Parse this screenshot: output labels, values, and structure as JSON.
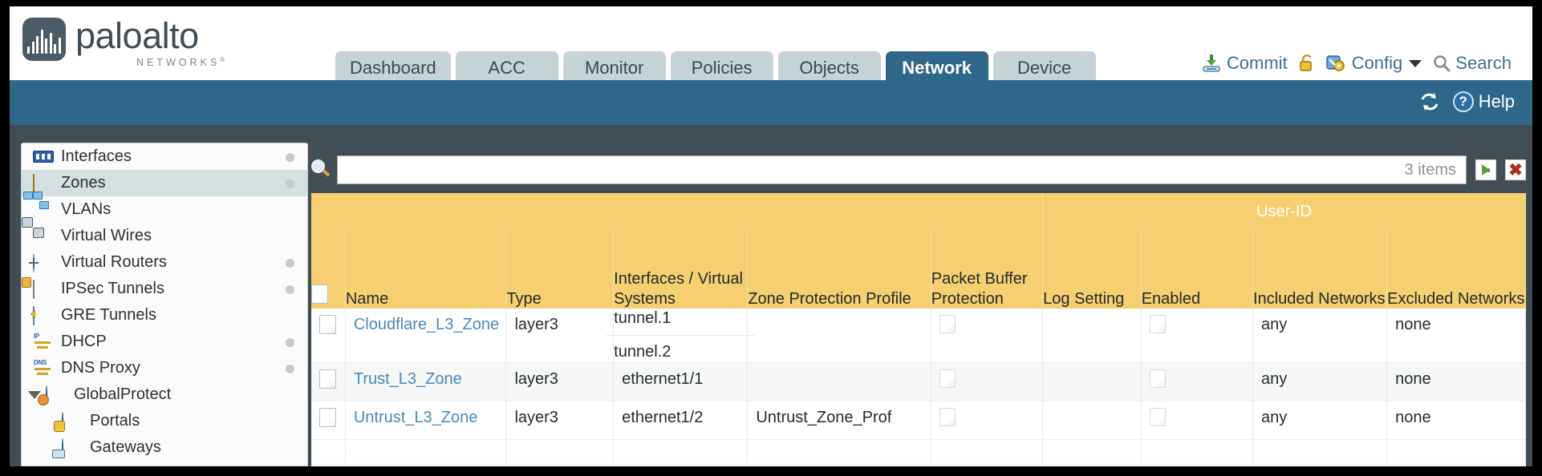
{
  "brand": {
    "name": "paloalto",
    "tagline": "NETWORKS",
    "trademark": "®",
    "logo_icon": "signal-bars-icon"
  },
  "header": {
    "tabs": [
      {
        "label": "Dashboard",
        "active": false
      },
      {
        "label": "ACC",
        "active": false
      },
      {
        "label": "Monitor",
        "active": false
      },
      {
        "label": "Policies",
        "active": false
      },
      {
        "label": "Objects",
        "active": false
      },
      {
        "label": "Network",
        "active": true
      },
      {
        "label": "Device",
        "active": false
      }
    ],
    "actions": [
      {
        "label": "Commit",
        "icon": "commit-download-icon"
      },
      {
        "label": "",
        "icon": "unlock-padlock-icon"
      },
      {
        "label": "Config",
        "icon": "config-key-wrench-icon",
        "has_caret": true
      },
      {
        "label": "Search",
        "icon": "search-magnifier-icon"
      }
    ]
  },
  "toolbar": {
    "refresh_icon": "refresh-icon",
    "help_label": "Help",
    "help_icon": "help-question-icon"
  },
  "sidebar": {
    "items": [
      {
        "label": "Interfaces",
        "icon": "interfaces-icon",
        "selected": false,
        "dot": true,
        "child": false
      },
      {
        "label": "Zones",
        "icon": "zones-icon",
        "selected": true,
        "dot": true,
        "child": false
      },
      {
        "label": "VLANs",
        "icon": "vlans-icon",
        "selected": false,
        "dot": false,
        "child": false
      },
      {
        "label": "Virtual Wires",
        "icon": "virtual-wires-icon",
        "selected": false,
        "dot": false,
        "child": false
      },
      {
        "label": "Virtual Routers",
        "icon": "virtual-routers-icon",
        "selected": false,
        "dot": true,
        "child": false
      },
      {
        "label": "IPSec Tunnels",
        "icon": "ipsec-tunnels-icon",
        "selected": false,
        "dot": true,
        "child": false
      },
      {
        "label": "GRE Tunnels",
        "icon": "gre-tunnels-icon",
        "selected": false,
        "dot": false,
        "child": false
      },
      {
        "label": "DHCP",
        "icon": "dhcp-icon",
        "selected": false,
        "dot": true,
        "child": false
      },
      {
        "label": "DNS Proxy",
        "icon": "dns-proxy-icon",
        "selected": false,
        "dot": true,
        "child": false
      },
      {
        "label": "GlobalProtect",
        "icon": "globalprotect-icon",
        "selected": false,
        "dot": false,
        "child": false,
        "expander": "expanded-triangle-icon"
      },
      {
        "label": "Portals",
        "icon": "portals-icon",
        "selected": false,
        "dot": false,
        "child": true
      },
      {
        "label": "Gateways",
        "icon": "gateways-icon",
        "selected": false,
        "dot": false,
        "child": true
      }
    ]
  },
  "filter": {
    "search_icon": "magnifier-icon",
    "value": "",
    "placeholder": "",
    "items_count": "3 items",
    "apply_icon": "green-arrow-apply-icon",
    "clear_icon": "red-x-clear-icon"
  },
  "table": {
    "group_header": "User-ID",
    "columns": [
      "Name",
      "Type",
      "Interfaces / Virtual Systems",
      "Zone Protection Profile",
      "Packet Buffer Protection",
      "Log Setting",
      "Enabled",
      "Included Networks",
      "Excluded Networks"
    ],
    "select_all_checkbox": false,
    "rows": [
      {
        "selected": false,
        "name": "Cloudflare_L3_Zone",
        "type": "layer3",
        "interfaces": [
          "tunnel.1",
          "tunnel.2"
        ],
        "zone_protection_profile": "",
        "packet_buffer_protection": false,
        "log_setting": "",
        "userid_enabled": false,
        "included_networks": "any",
        "excluded_networks": "none"
      },
      {
        "selected": false,
        "name": "Trust_L3_Zone",
        "type": "layer3",
        "interfaces": [
          "ethernet1/1"
        ],
        "zone_protection_profile": "",
        "packet_buffer_protection": false,
        "log_setting": "",
        "userid_enabled": false,
        "included_networks": "any",
        "excluded_networks": "none"
      },
      {
        "selected": false,
        "name": "Untrust_L3_Zone",
        "type": "layer3",
        "interfaces": [
          "ethernet1/2"
        ],
        "zone_protection_profile": "Untrust_Zone_Prof",
        "packet_buffer_protection": false,
        "log_setting": "",
        "userid_enabled": false,
        "included_networks": "any",
        "excluded_networks": "none"
      }
    ]
  },
  "colors": {
    "brand_blue": "#2e678a",
    "slate": "#414e56",
    "header_amber": "#f5cf70",
    "group_amber": "#e8bc4d",
    "link_blue": "#4a88b8",
    "tab_inactive": "#c6d3d6",
    "sidebar_selected": "#d4dfe2"
  }
}
